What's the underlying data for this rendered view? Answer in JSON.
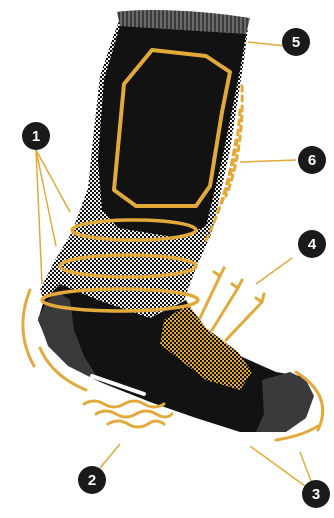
{
  "colors": {
    "background": "#ffffff",
    "sock_black": "#121212",
    "sock_grey": "#3a3a3c",
    "accent_yellow": "#e2a93b",
    "callout_circle": "#1a1a1a",
    "callout_text": "#ffffff",
    "leader_line": "#e2a93b"
  },
  "callouts": [
    {
      "id": "1",
      "label": "1"
    },
    {
      "id": "2",
      "label": "2"
    },
    {
      "id": "3",
      "label": "3"
    },
    {
      "id": "4",
      "label": "4"
    },
    {
      "id": "5",
      "label": "5"
    },
    {
      "id": "6",
      "label": "6"
    }
  ]
}
